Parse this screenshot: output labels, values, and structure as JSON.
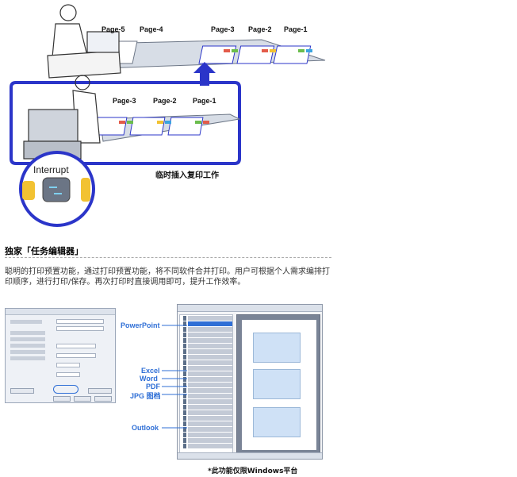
{
  "illustration": {
    "top_queue_labels": [
      "Page-5",
      "Page-4",
      "Page-3",
      "Page-2",
      "Page-1"
    ],
    "interrupt_queue_labels": [
      "Page-3",
      "Page-2",
      "Page-1"
    ],
    "interrupt_button": "Interrupt",
    "caption": "临时插入复印工作",
    "colors": {
      "accent": "#2b35c9",
      "tray": "#c9d2de"
    }
  },
  "section": {
    "title": "独家「任务编辑器」",
    "description": "聪明的打印预置功能，通过打印预置功能，将不同软件合并打印。用户可根据个人需求编排打印顺序，进行打印/保存。再次打印时直接调用即可，提升工作效率。"
  },
  "sources": [
    "PowerPoint",
    "Excel",
    "Word",
    "PDF",
    "JPG 图档",
    "Outlook"
  ],
  "footnote": "*此功能仅限Windows平台"
}
